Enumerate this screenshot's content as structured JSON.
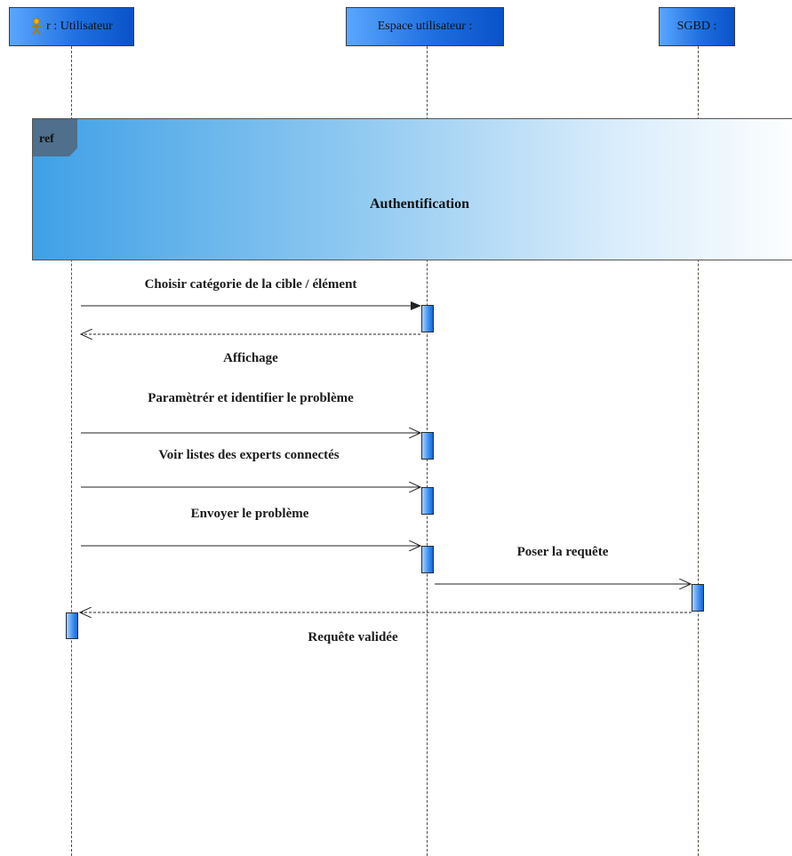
{
  "lifelines": [
    {
      "id": "utilisateur",
      "label": "r : Utilisateur",
      "is_actor": true
    },
    {
      "id": "espace",
      "label": "Espace utilisateur :",
      "is_actor": false
    },
    {
      "id": "sgbd",
      "label": "SGBD :",
      "is_actor": false
    }
  ],
  "ref_frame": {
    "tag": "ref",
    "title": "Authentification"
  },
  "messages": [
    {
      "label": "Choisir catégorie de la cible / élément",
      "from": "utilisateur",
      "to": "espace",
      "kind": "sync"
    },
    {
      "label": "Affichage",
      "from": "espace",
      "to": "utilisateur",
      "kind": "return"
    },
    {
      "label": "Paramètrér et identifier le problème",
      "from": "utilisateur",
      "to": "espace",
      "kind": "call"
    },
    {
      "label": "Voir listes des experts connectés",
      "from": "utilisateur",
      "to": "espace",
      "kind": "call"
    },
    {
      "label": "Envoyer le problème",
      "from": "utilisateur",
      "to": "espace",
      "kind": "call"
    },
    {
      "label": "Poser la requête",
      "from": "espace",
      "to": "sgbd",
      "kind": "call"
    },
    {
      "label": "Requête validée",
      "from": "sgbd",
      "to": "utilisateur",
      "kind": "return"
    }
  ],
  "colors": {
    "lifeline_header": "#1e6fe0",
    "activation": "#3b8ef0",
    "ref_frame": "#3fa0e6",
    "ref_tag": "#4f6f8c",
    "actor_icon": "#f0b400"
  }
}
